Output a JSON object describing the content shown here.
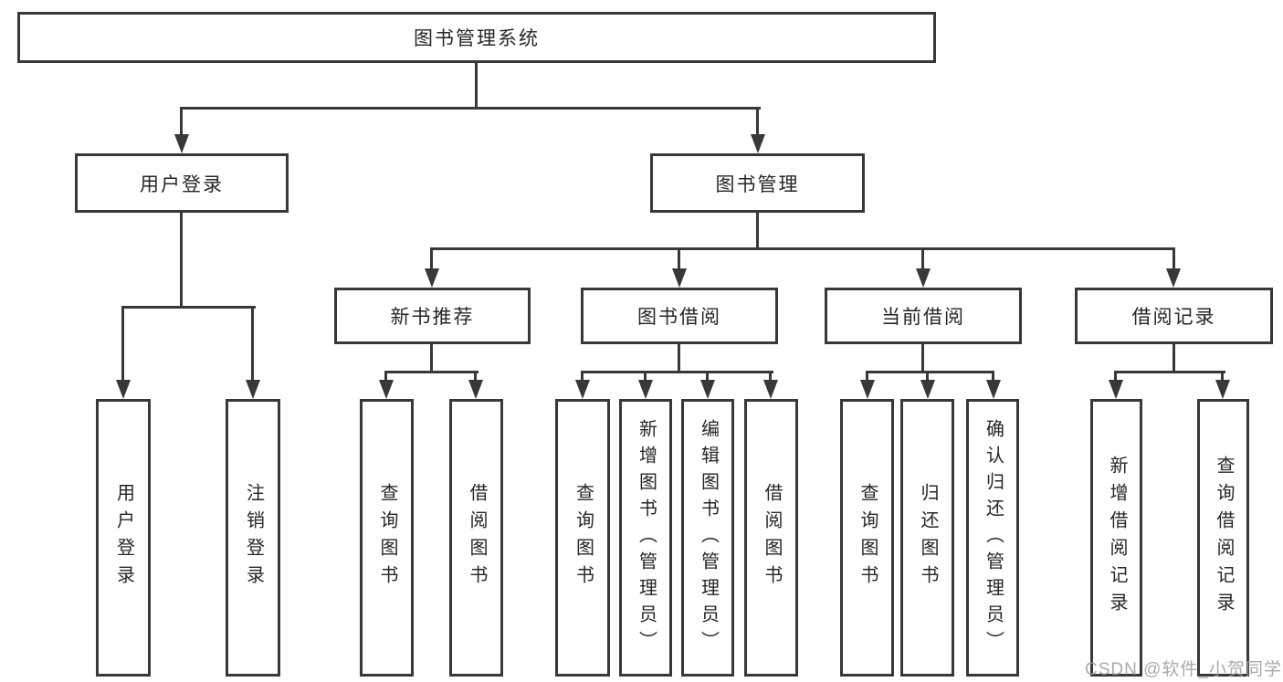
{
  "tree": {
    "root": {
      "label": "图书管理系统"
    },
    "level2": [
      {
        "label": "用户登录",
        "children": [
          {
            "label": "用户登录"
          },
          {
            "label": "注销登录"
          }
        ]
      },
      {
        "label": "图书管理",
        "children": [
          {
            "label": "新书推荐",
            "children": [
              {
                "label": "查询图书"
              },
              {
                "label": "借阅图书"
              }
            ]
          },
          {
            "label": "图书借阅",
            "children": [
              {
                "label": "查询图书"
              },
              {
                "label": "新增图书（管理员）"
              },
              {
                "label": "编辑图书（管理员）"
              },
              {
                "label": "借阅图书"
              }
            ]
          },
          {
            "label": "当前借阅",
            "children": [
              {
                "label": "查询图书"
              },
              {
                "label": "归还图书"
              },
              {
                "label": "确认归还（管理员）"
              }
            ]
          },
          {
            "label": "借阅记录",
            "children": [
              {
                "label": "新增借阅记录"
              },
              {
                "label": "查询借阅记录"
              }
            ]
          }
        ]
      }
    ]
  },
  "watermark": {
    "text": "CSDN @软件_小贺同学"
  },
  "colors": {
    "line": "#383838",
    "text": "#262626",
    "watermark": "#9e9e9e",
    "background": "#ffffff"
  }
}
